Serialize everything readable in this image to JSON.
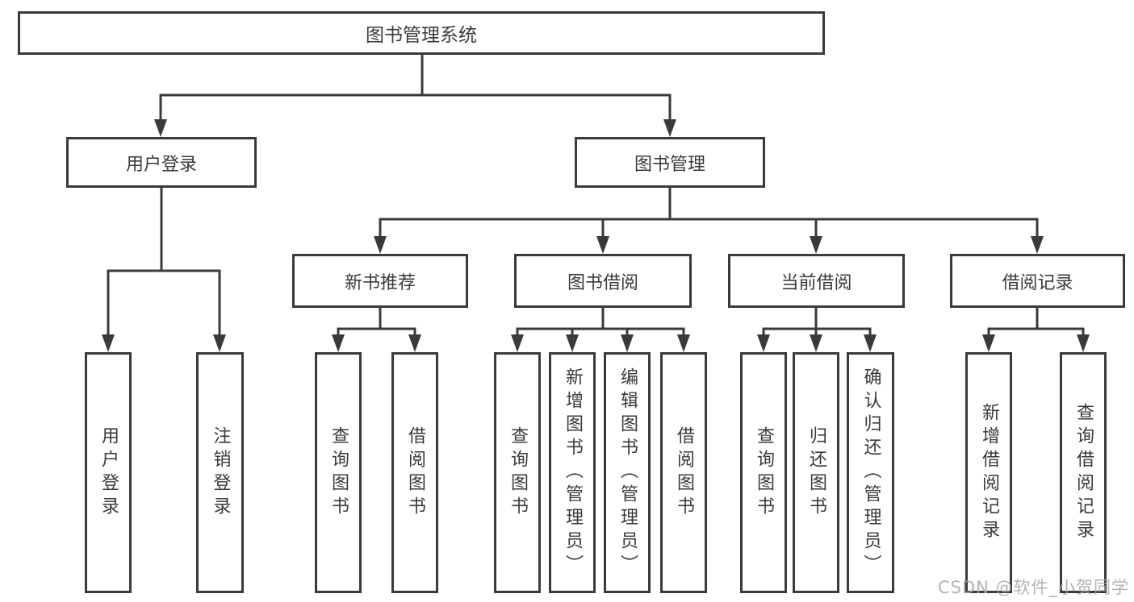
{
  "root": {
    "label": "图书管理系统"
  },
  "level1": {
    "user_login": {
      "label": "用户登录"
    },
    "book_mgmt": {
      "label": "图书管理"
    }
  },
  "level2": {
    "new_books": {
      "label": "新书推荐"
    },
    "book_borrow": {
      "label": "图书借阅"
    },
    "current_borrow": {
      "label": "当前借阅"
    },
    "borrow_records": {
      "label": "借阅记录"
    }
  },
  "leaves": {
    "user_login_leaf": {
      "label": "用户登录"
    },
    "logout_leaf": {
      "label": "注销登录"
    },
    "nb_query_books": {
      "label": "查询图书"
    },
    "nb_borrow_books": {
      "label": "借阅图书"
    },
    "bb_query_books": {
      "label": "查询图书"
    },
    "bb_add_books": {
      "label": "新增图书（管理员）"
    },
    "bb_edit_books": {
      "label": "编辑图书（管理员）"
    },
    "bb_borrow_books": {
      "label": "借阅图书"
    },
    "cb_query_books": {
      "label": "查询图书"
    },
    "cb_return_books": {
      "label": "归还图书"
    },
    "cb_confirm_return": {
      "label": "确认归还（管理员）"
    },
    "br_add_record": {
      "label": "新增借阅记录"
    },
    "br_query_record": {
      "label": "查询借阅记录"
    }
  },
  "watermark": {
    "text": "CSDN @软件_小贺同学"
  },
  "colors": {
    "line": "#3a3a3a",
    "box_border": "#3a3a3a",
    "text": "#3a3a3a",
    "watermark": "#a6a6a6",
    "background": "#ffffff"
  }
}
